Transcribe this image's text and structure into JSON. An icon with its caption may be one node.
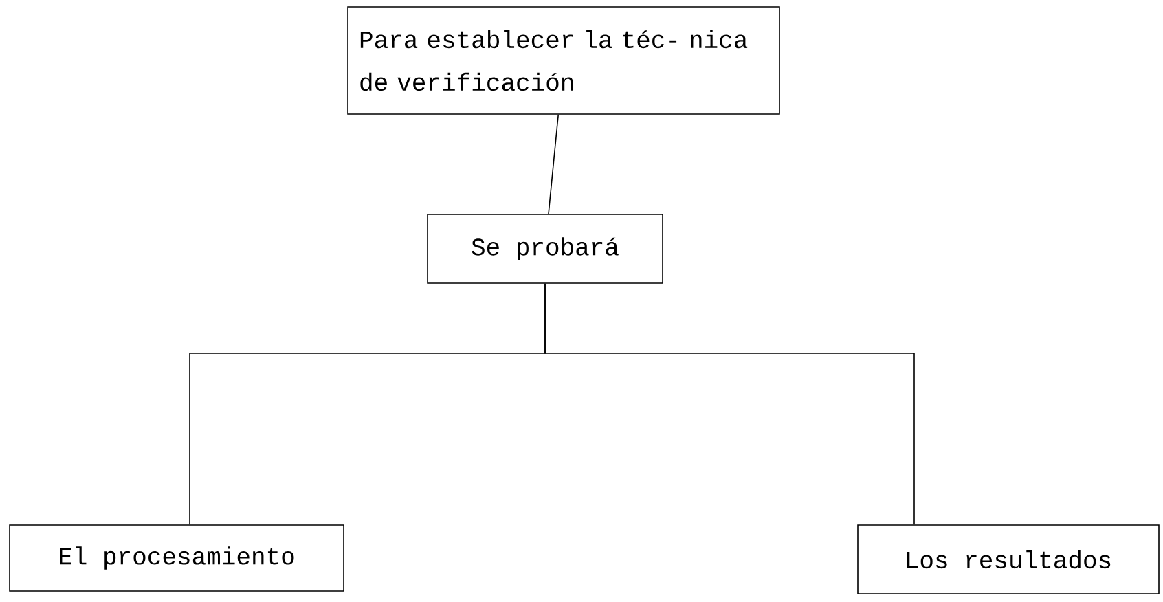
{
  "diagram": {
    "nodes": [
      {
        "text": [
          "Para establecer la téc- nica de verificación"
        ]
      },
      {
        "text": [
          "Se probará"
        ]
      },
      {
        "text": [
          "El procesamiento"
        ]
      },
      {
        "text": [
          "Los resultados"
        ]
      }
    ],
    "edges": [
      {
        "from": 0,
        "to": 1,
        "arrow": "none"
      },
      {
        "from": 1,
        "to": 2,
        "arrow": "none"
      },
      {
        "from": 1,
        "to": 3,
        "arrow": "none"
      }
    ]
  }
}
